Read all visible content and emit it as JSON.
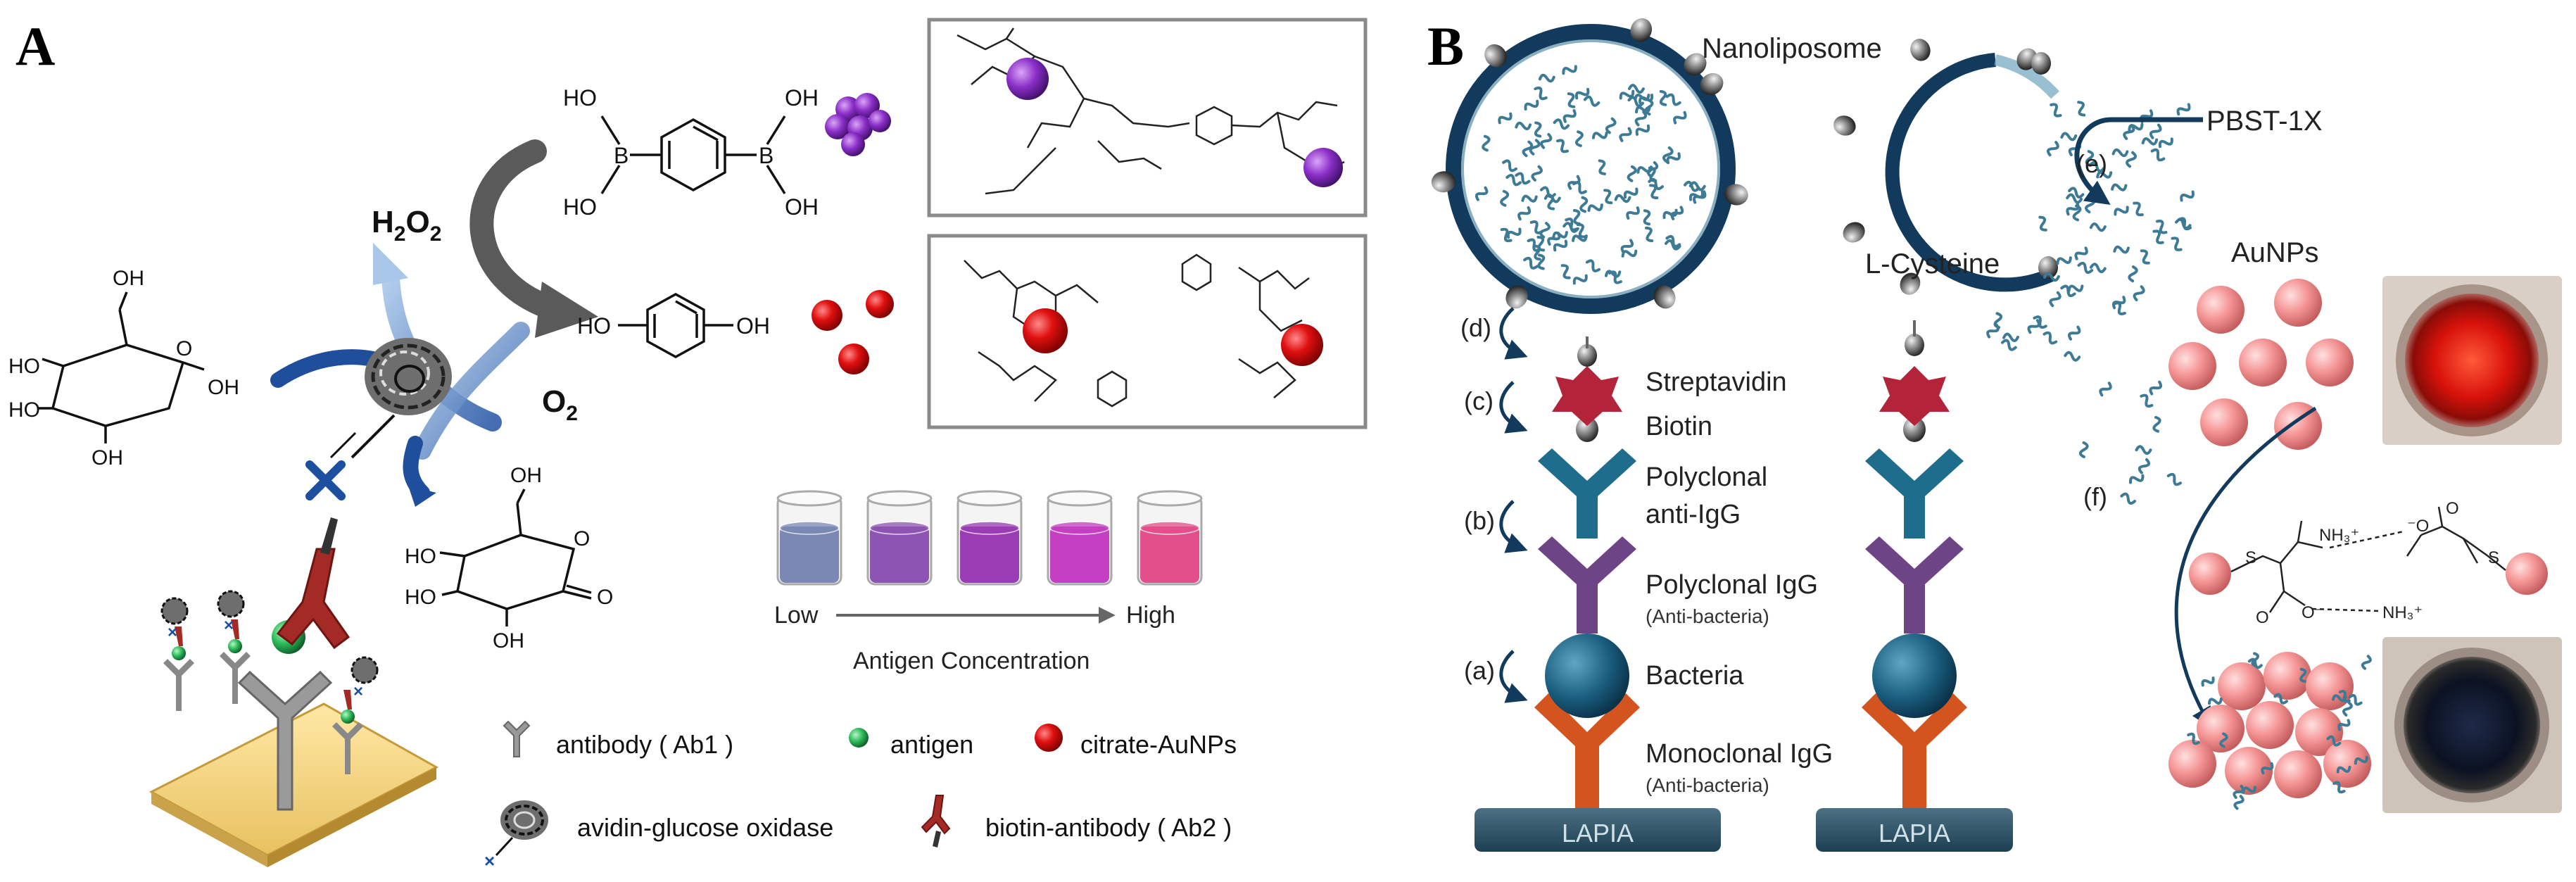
{
  "panel_a": {
    "letter": "A",
    "h2o2": "H",
    "h2o2_sub": "2",
    "h2o2_o": "O",
    "h2o2_sub2": "2",
    "o2": "O",
    "o2_sub": "2",
    "boronic_labels": [
      "HO",
      "HO",
      "OH",
      "OH",
      "B",
      "B"
    ],
    "hydroquinone_labels": [
      "HO",
      "OH"
    ],
    "glucose_labels": [
      "OH",
      "HO",
      "HO",
      "OH",
      "O",
      "OH"
    ],
    "gluconolactone_labels": [
      "OH",
      "HO",
      "HO",
      "OH",
      "O",
      "O"
    ],
    "scale_low": "Low",
    "scale_high": "High",
    "scale_caption": "Antigen Concentration",
    "vial_colors": [
      "#7c88b4",
      "#8d54b3",
      "#9a3db5",
      "#c43fc2",
      "#e24f8a"
    ],
    "legend": {
      "antibody": "antibody ( Ab1 )",
      "antigen": "antigen",
      "aunp": "citrate-AuNPs",
      "gox": "avidin-glucose oxidase",
      "biotin_ab": "biotin-antibody ( Ab2 )"
    }
  },
  "panel_b": {
    "letter": "B",
    "nanoliposome": "Nanoliposome",
    "pbst": "PBST-1X",
    "step_e": "(e)",
    "l_cysteine": "L-Cysteine",
    "aunps": "AuNPs",
    "step_f": "(f)",
    "steps": {
      "d": "(d)",
      "c": "(c)",
      "b": "(b)",
      "a": "(a)"
    },
    "layers": {
      "streptavidin": "Streptavidin",
      "biotin": "Biotin",
      "polyclonal_anti_igg_1": "Polyclonal",
      "polyclonal_anti_igg_2": "anti-IgG",
      "polyclonal_igg": "Polyclonal IgG",
      "polyclonal_igg_sub": "(Anti-bacteria)",
      "bacteria": "Bacteria",
      "monoclonal_igg": "Monoclonal IgG",
      "monoclonal_igg_sub": "(Anti-bacteria)"
    },
    "base_label": "LAPIA",
    "colors": {
      "navy": "#123a5c",
      "teal": "#1e6d8c",
      "purple": "#6d4485",
      "orange": "#d4541f",
      "crimson": "#b3233a",
      "pink_np": "#f08a8a"
    }
  }
}
